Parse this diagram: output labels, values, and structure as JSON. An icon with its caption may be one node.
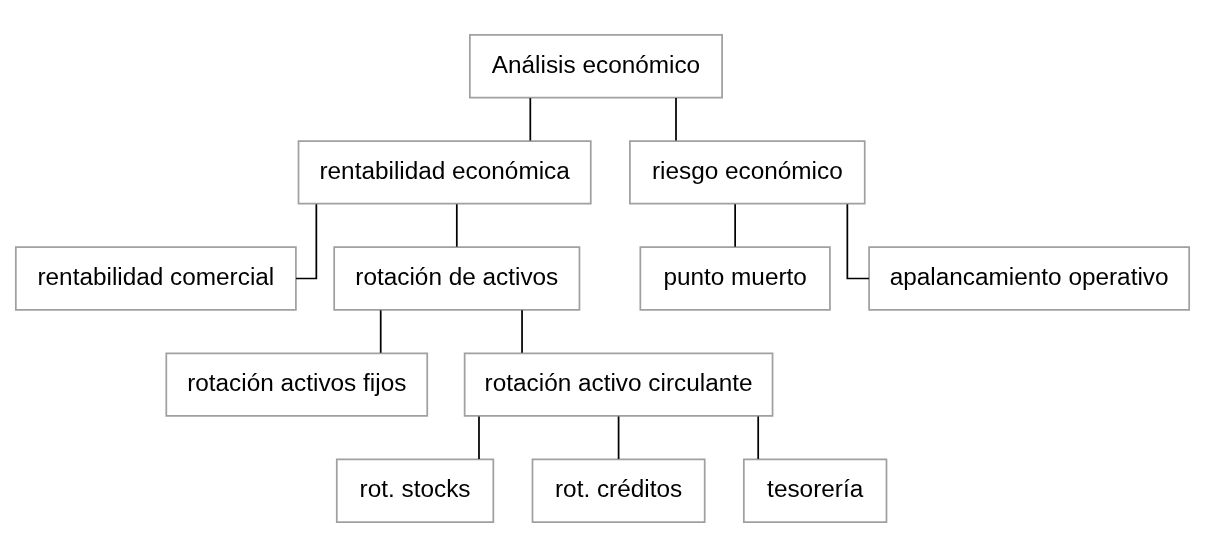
{
  "diagram": {
    "nodes": [
      {
        "text": [
          "Análisis económico"
        ]
      },
      {
        "text": [
          "rentabilidad económica"
        ]
      },
      {
        "text": [
          "riesgo económico"
        ]
      },
      {
        "text": [
          "rentabilidad comercial"
        ]
      },
      {
        "text": [
          "rotación de activos"
        ]
      },
      {
        "text": [
          "rotación activos fijos"
        ]
      },
      {
        "text": [
          "rotación activo circulante"
        ]
      },
      {
        "text": [
          "rot. stocks"
        ]
      },
      {
        "text": [
          "rot. créditos"
        ]
      },
      {
        "text": [
          "tesorería"
        ]
      },
      {
        "text": [
          "punto muerto"
        ]
      },
      {
        "text": [
          "apalancamiento operativo"
        ]
      }
    ],
    "edges": [
      {
        "from": 0,
        "to": 1,
        "arrow": "none"
      },
      {
        "from": 0,
        "to": 2,
        "arrow": "none"
      },
      {
        "from": 1,
        "to": 3,
        "arrow": "none"
      },
      {
        "from": 1,
        "to": 4,
        "arrow": "none"
      },
      {
        "from": 4,
        "to": 5,
        "arrow": "none"
      },
      {
        "from": 4,
        "to": 6,
        "arrow": "none"
      },
      {
        "from": 6,
        "to": 7,
        "arrow": "none"
      },
      {
        "from": 6,
        "to": 8,
        "arrow": "none"
      },
      {
        "from": 6,
        "to": 9,
        "arrow": "none"
      },
      {
        "from": 2,
        "to": 10,
        "arrow": "none"
      },
      {
        "from": 2,
        "to": 11,
        "arrow": "none"
      }
    ]
  }
}
